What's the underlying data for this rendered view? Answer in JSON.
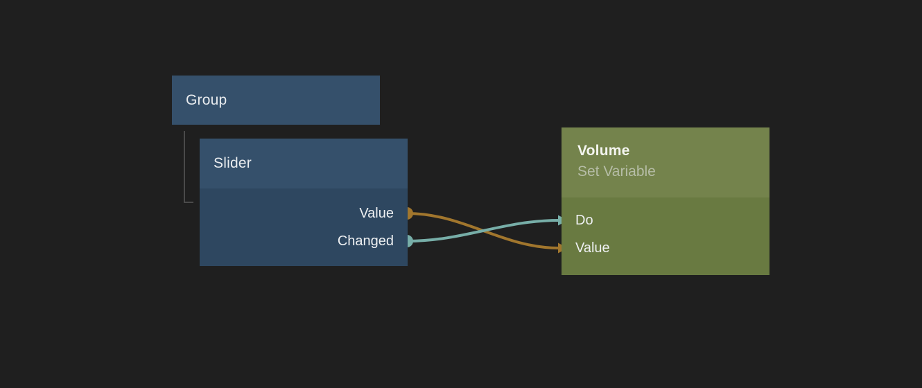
{
  "canvas": {
    "background": "#1f1f1f"
  },
  "colors": {
    "node_blue_header": "#35506b",
    "node_blue_body": "#2e4760",
    "node_green_header": "#74834c",
    "node_green_body": "#697a41",
    "wire_orange": "#a1762d",
    "wire_teal": "#77aea8",
    "port_orange": "#a1762d",
    "port_teal": "#77aea8",
    "tree_line": "#4a4a4a",
    "title_text": "#e9ecef",
    "subtitle_text": "#b6bda7"
  },
  "nodes": {
    "group": {
      "title": "Group"
    },
    "slider": {
      "title": "Slider",
      "outputs": [
        {
          "label": "Value",
          "port_color": "#a1762d"
        },
        {
          "label": "Changed",
          "port_color": "#77aea8"
        }
      ]
    },
    "volume": {
      "title": "Volume",
      "subtitle": "Set Variable",
      "inputs": [
        {
          "label": "Do",
          "port_color": "#77aea8"
        },
        {
          "label": "Value",
          "port_color": "#a1762d"
        }
      ]
    }
  },
  "connections": [
    {
      "from": "Slider.Value",
      "to": "Volume.Value",
      "color": "#a1762d"
    },
    {
      "from": "Slider.Changed",
      "to": "Volume.Do",
      "color": "#77aea8"
    }
  ],
  "hierarchy": [
    {
      "parent": "Group",
      "child": "Slider"
    }
  ]
}
